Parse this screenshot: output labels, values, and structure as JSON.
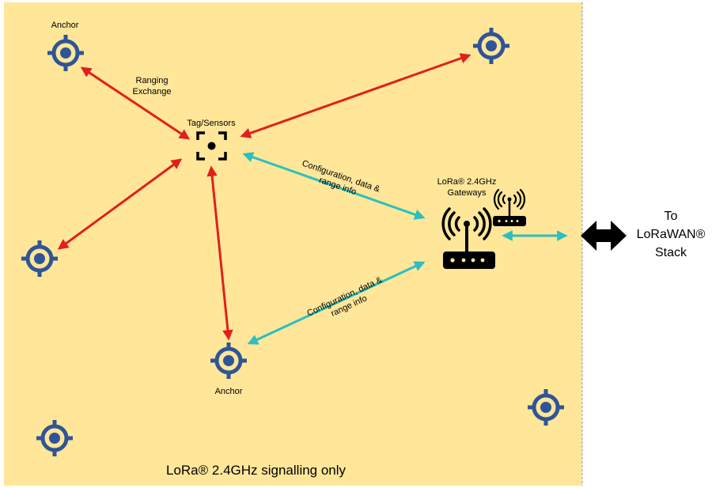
{
  "labels": {
    "anchor_top": "Anchor",
    "anchor_bottom": "Anchor",
    "ranging_line1": "Ranging",
    "ranging_line2": "Exchange",
    "tag": "Tag/Sensors",
    "gateways_line1": "LoRa® 2.4GHz",
    "gateways_line2": "Gateways",
    "config_upper_line1": "Configuration, data &",
    "config_upper_line2": "range info",
    "config_lower_line1": "Configuration, data &",
    "config_lower_line2": "range info",
    "to_line1": "To",
    "to_line2": "LoRaWAN®",
    "to_line3": "Stack",
    "footer": "LoRa® 2.4GHz signalling only"
  },
  "colors": {
    "area_fill": "#FFE699",
    "anchor_blue": "#2F5597",
    "ranging_red": "#E0201B",
    "config_teal": "#2BBFBF",
    "icon_black": "#000000"
  },
  "icons": {
    "anchor": "target-icon",
    "tag": "tag-sensor-icon",
    "gateway": "wireless-router-icon",
    "stack_arrow": "double-arrow-icon"
  }
}
